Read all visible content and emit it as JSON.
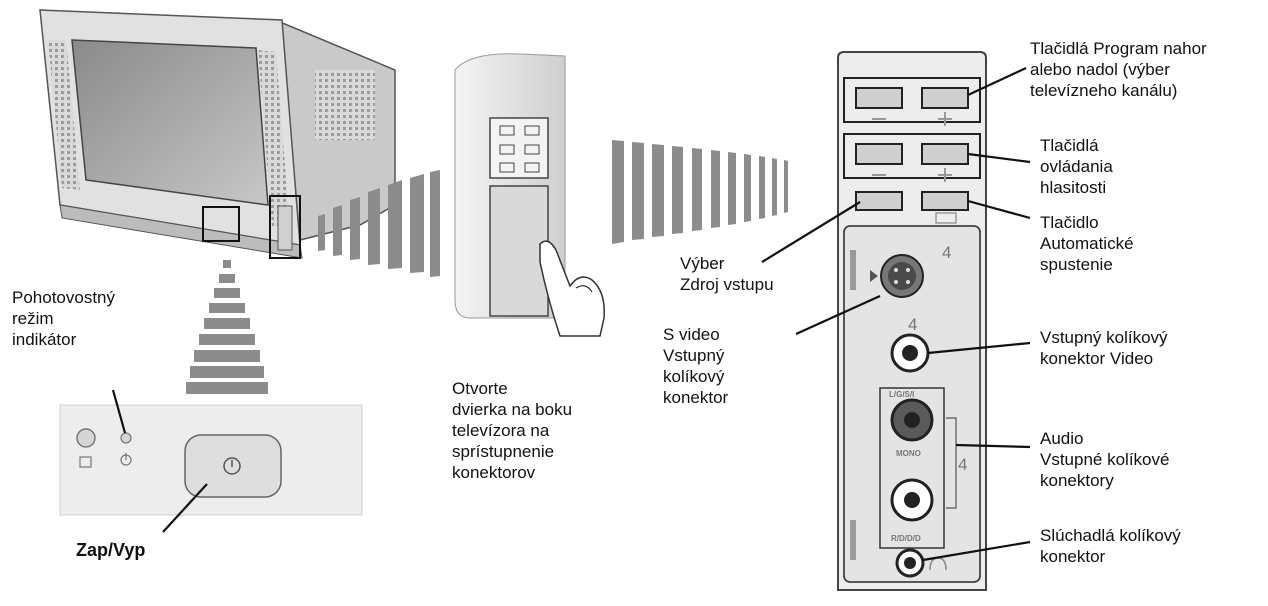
{
  "labels": {
    "program": [
      "Tlačidlá Program nahor",
      "alebo nadol (výber",
      "televízneho kanálu)"
    ],
    "volume": [
      "Tlačidlá",
      "ovládania",
      "hlasitosti"
    ],
    "auto_start": [
      "Tlačidlo",
      "Automatické",
      "spustenie"
    ],
    "input_select": [
      "Výber",
      "Zdroj vstupu"
    ],
    "s_video": [
      "S video",
      "Vstupný",
      "kolíkový",
      "konektor"
    ],
    "video_jack": [
      "Vstupný kolíkový",
      "konektor Video"
    ],
    "audio_jacks": [
      "Audio",
      "Vstupné kolíkové",
      "konektory"
    ],
    "headphone": [
      "Slúchadlá kolíkový",
      "konektor"
    ],
    "open_door": [
      "Otvorte",
      "dvierka na boku",
      "televízora na",
      "sprístupnenie",
      "konektorov"
    ],
    "standby": [
      "Pohotovostný",
      "režim",
      "indikátor"
    ],
    "power": "Zap/Vyp"
  },
  "panel_marks": {
    "input_number_top": "4",
    "input_number_mid": "4",
    "input_number_audio": "4",
    "audio_left": "L/G/S/I",
    "mono": "MONO",
    "audio_right": "R/D/D/D"
  },
  "colors": {
    "panel": "#e9e9e9",
    "panel_dark": "#bdbdbd",
    "line": "#111111",
    "accent_bar": "#9a9a9a"
  }
}
